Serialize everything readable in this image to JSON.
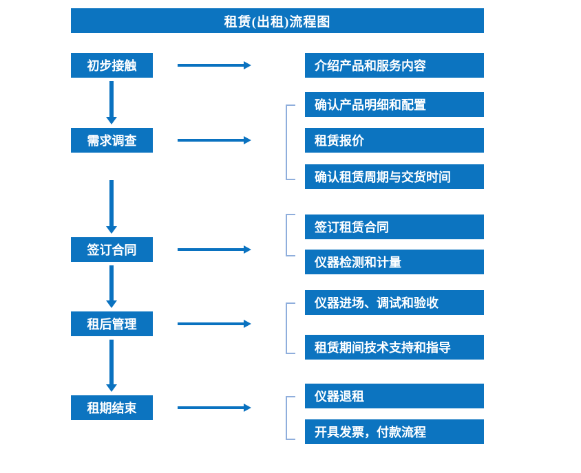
{
  "chart_data": {
    "type": "diagram",
    "title": "租赁(出租)流程图",
    "stages": [
      {
        "stage": "初步接触",
        "details": [
          "介绍产品和服务内容"
        ],
        "bracketed": false
      },
      {
        "stage": "需求调查",
        "details": [
          "确认产品明细和配置",
          "租赁报价",
          "确认租赁周期与交货时间"
        ],
        "bracketed": true
      },
      {
        "stage": "签订合同",
        "details": [
          "签订租赁合同",
          "仪器检测和计量"
        ],
        "bracketed": true
      },
      {
        "stage": "租后管理",
        "details": [
          "仪器进场、调试和验收",
          "租赁期间技术支持和指导"
        ],
        "bracketed": true
      },
      {
        "stage": "租期结束",
        "details": [
          "仪器退租",
          "开具发票，付款流程"
        ],
        "bracketed": true
      }
    ]
  },
  "title": "租赁(出租)流程图",
  "colors": {
    "box_fill": "#0C74C0",
    "arrow": "#0A72C0",
    "bracket": "#8FAEDC",
    "text": "#FFFFFF",
    "background": "#FFFFFF"
  },
  "stage_nodes": [
    {
      "label": "初步接触"
    },
    {
      "label": "需求调查"
    },
    {
      "label": "签订合同"
    },
    {
      "label": "租后管理"
    },
    {
      "label": "租期结束"
    }
  ],
  "detail_nodes": [
    {
      "label": "介绍产品和服务内容"
    },
    {
      "label": "确认产品明细和配置"
    },
    {
      "label": "租赁报价"
    },
    {
      "label": "确认租赁周期与交货时间"
    },
    {
      "label": "签订租赁合同"
    },
    {
      "label": "仪器检测和计量"
    },
    {
      "label": "仪器进场、调试和验收"
    },
    {
      "label": "租赁期间技术支持和指导"
    },
    {
      "label": "仪器退租"
    },
    {
      "label": "开具发票，付款流程"
    }
  ]
}
